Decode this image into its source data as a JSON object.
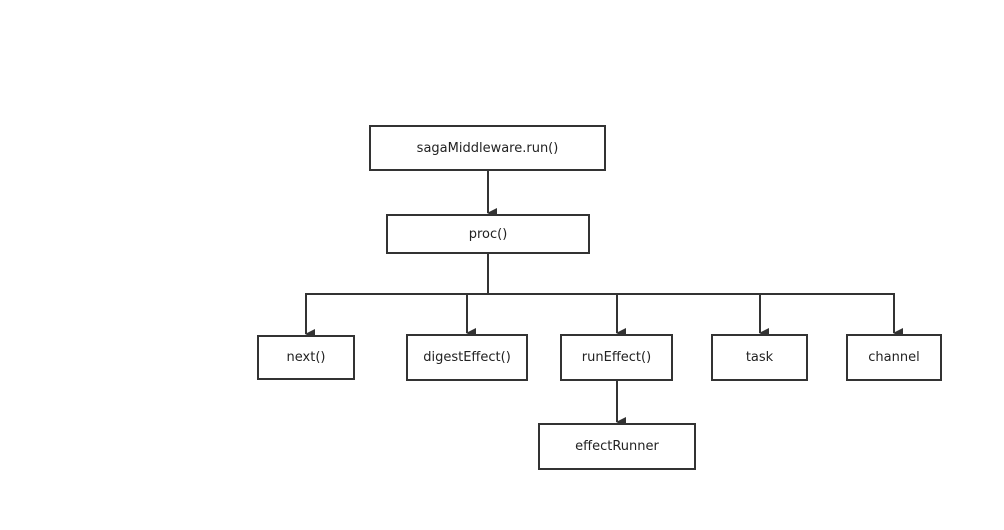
{
  "diagram": {
    "nodes": {
      "run": "sagaMiddleware.run()",
      "proc": "proc()",
      "next": "next()",
      "digest": "digestEffect()",
      "run_effect": "runEffect()",
      "task": "task",
      "channel": "channel",
      "effect_runner": "effectRunner"
    },
    "edges": [
      {
        "from": "run",
        "to": "proc"
      },
      {
        "from": "proc",
        "to": "next"
      },
      {
        "from": "proc",
        "to": "digest"
      },
      {
        "from": "proc",
        "to": "run_effect"
      },
      {
        "from": "proc",
        "to": "task"
      },
      {
        "from": "proc",
        "to": "channel"
      },
      {
        "from": "run_effect",
        "to": "effect_runner"
      }
    ],
    "colors": {
      "line": "#333333",
      "box_border": "#333333",
      "text": "#222222",
      "background": "#ffffff"
    }
  }
}
